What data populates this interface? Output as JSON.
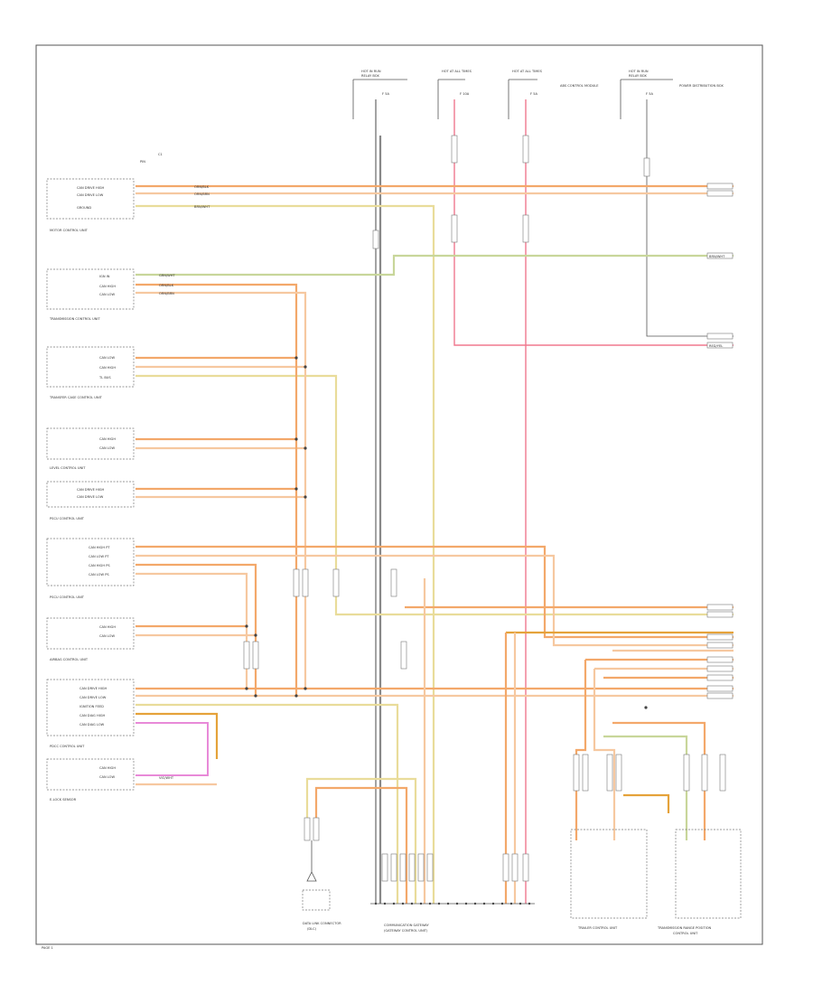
{
  "diagram": {
    "power_sources": [
      {
        "label": "HOT IN RUN",
        "sub": "RELAY BOX",
        "fuse": "F 5A"
      },
      {
        "label": "HOT AT ALL TIMES",
        "sub": "",
        "fuse": "F 10A"
      },
      {
        "label": "HOT AT ALL TIMES",
        "sub": "",
        "fuse": "F 5A"
      },
      {
        "label": "HOT IN RUN",
        "sub": "RELAY BOX",
        "fuse": "F 5A"
      }
    ],
    "source_notes": [
      "ABS CONTROL MODULE",
      "POWER DISTRIBUTION BOX"
    ],
    "modules": [
      {
        "name": "MOTOR CONTROL UNIT",
        "pins": [
          "CAN DRIVE HIGH",
          "CAN DRIVE LOW",
          "GROUND"
        ]
      },
      {
        "name": "TRANSMISSION CONTROL UNIT",
        "pins": [
          "IGN IN",
          "CAN HIGH",
          "CAN LOW"
        ]
      },
      {
        "name": "TRANSFER CASE CONTROL UNIT",
        "pins": [
          "CAN LOW",
          "CAN HIGH",
          "TL BUS"
        ]
      },
      {
        "name": "LEVEL CONTROL UNIT",
        "pins": [
          "CAN HIGH",
          "CAN LOW"
        ]
      },
      {
        "name": "PSCU CONTROL UNIT",
        "pins": [
          "CAN DRIVE HIGH",
          "CAN DRIVE LOW"
        ]
      },
      {
        "name": "PSCU CONTROL UNIT",
        "pins": [
          "CAN HIGH PT",
          "CAN LOW PT",
          "CAN HIGH PS",
          "CAN LOW PS"
        ]
      },
      {
        "name": "AIRBAG CONTROL UNIT",
        "pins": [
          "CAN HIGH",
          "CAN LOW"
        ]
      },
      {
        "name": "PDCC CONTROL UNIT",
        "pins": [
          "CAN DRIVE HIGH",
          "CAN DRIVE LOW",
          "IGNITION FEED",
          "CAN DIAG HIGH",
          "CAN DIAG LOW"
        ]
      },
      {
        "name": "E-LOCK SENSOR",
        "pins": [
          "CAN HIGH",
          "CAN LOW"
        ]
      }
    ],
    "bottom_labels": [
      {
        "name": "DATA LINK CONNECTOR",
        "sub": "(DLC)"
      },
      {
        "name": "COMMUNICATION GATEWAY",
        "sub": "(GATEWAY CONTROL UNIT)"
      },
      {
        "name": "TRAILER CONTROL UNIT",
        "sub": ""
      },
      {
        "name": "TRANSMISSION RANGE POSITION",
        "sub": "CONTROL UNIT"
      }
    ],
    "pin_header": "PIN",
    "connector_header": "C1",
    "page_ref": "PAGE 1",
    "wire_colors": [
      "ORN/BLK",
      "ORN/BRN",
      "BRN/WHT",
      "BRN/RED",
      "RED/YEL",
      "GRN/WHT",
      "VIO/WHT"
    ]
  }
}
